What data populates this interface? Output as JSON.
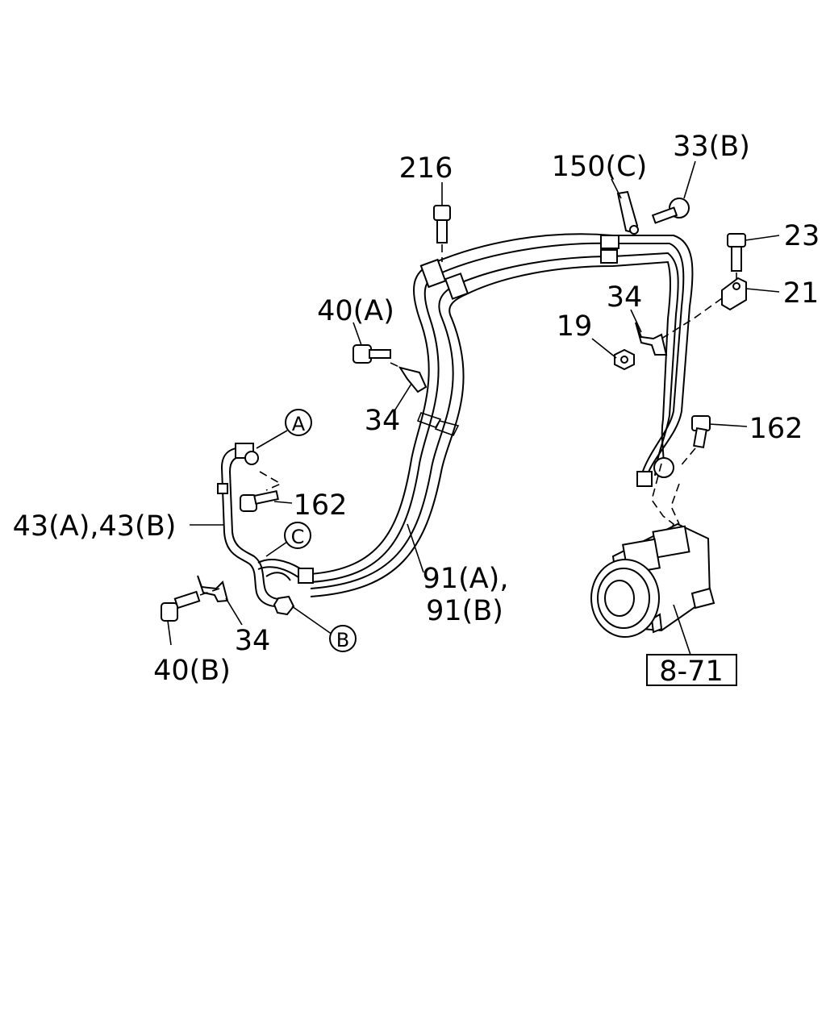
{
  "labels": {
    "p216": "216",
    "p150c": "150(C)",
    "p33b": "33(B)",
    "p23": "23",
    "p21": "21",
    "p34_top": "34",
    "p19": "19",
    "p40a": "40(A)",
    "p34_mid": "34",
    "p162_right": "162",
    "p162_left": "162",
    "p43": "43(A),43(B)",
    "p91a": "91(A),",
    "p91b": "91(B)",
    "p34_bottom": "34",
    "p40b": "40(B)",
    "ref_box": "8-71"
  },
  "callouts": {
    "a": "A",
    "b": "B",
    "c": "C"
  }
}
